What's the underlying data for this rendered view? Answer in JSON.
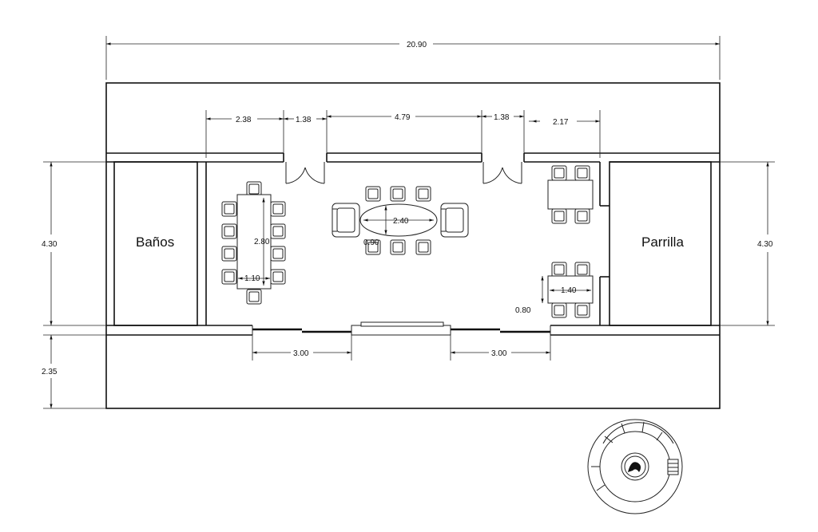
{
  "rooms": {
    "left": "Baños",
    "right": "Parrilla"
  },
  "dimensions": {
    "total_width": "20.90",
    "top_seg_1": "2.38",
    "top_seg_2": "1.38",
    "top_seg_3": "4.79",
    "top_seg_4": "1.38",
    "top_seg_5": "2.17",
    "left_height": "4.30",
    "right_height": "4.30",
    "terrace_depth": "2.35",
    "bottom_seg_1": "3.00",
    "bottom_seg_2": "3.00",
    "long_table_length": "2.80",
    "long_table_width": "1.10",
    "oval_table_length": "2.40",
    "oval_table_width": "0.90",
    "small_table_length": "1.40",
    "small_table_width": "0.80"
  },
  "icons": {
    "north": "north-arrow-icon",
    "stove": "round-grill-icon"
  }
}
